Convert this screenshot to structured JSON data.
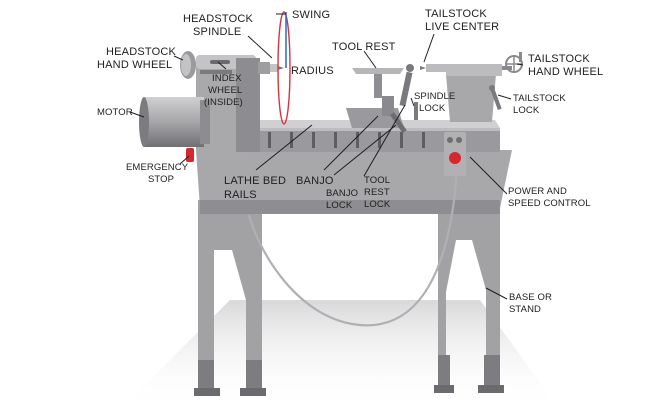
{
  "title": "",
  "labels": {
    "headstock_spindle": [
      "HEADSTOCK",
      "SPINDLE"
    ],
    "swing": [
      "SWING"
    ],
    "radius": [
      "RADIUS"
    ],
    "headstock_hand_wheel": [
      "HEADSTOCK",
      "HAND WHEEL"
    ],
    "index_wheel": [
      "INDEX",
      "WHEEL",
      "(INSIDE)"
    ],
    "motor": [
      "MOTOR"
    ],
    "emergency_stop": [
      "EMERGENCY",
      "STOP"
    ],
    "tool_rest": [
      "TOOL REST"
    ],
    "tailstock_live_center": [
      "TAILSTOCK",
      "LIVE CENTER"
    ],
    "tailstock_hand_wheel": [
      "TAILSTOCK",
      "HAND WHEEL"
    ],
    "spindle_lock": [
      "SPINDLE",
      "LOCK"
    ],
    "tailstock_lock": [
      "TAILSTOCK",
      "LOCK"
    ],
    "lathe_bed_rails": [
      "LATHE BED",
      "RAILS"
    ],
    "banjo": [
      "BANJO"
    ],
    "banjo_lock": [
      "BANJO",
      "LOCK"
    ],
    "tool_rest_lock": [
      "TOOL",
      "REST",
      "LOCK"
    ],
    "power_speed_control": [
      "POWER AND",
      "SPEED CONTROL"
    ],
    "base_stand": [
      "BASE OR",
      "STAND"
    ]
  },
  "colors": {
    "body_light": "#b4b4b6",
    "body_mid": "#9c9c9f",
    "body_dark": "#6e6e72",
    "swing_circle": "#d6333c",
    "radius_line": "#3a6fc7",
    "estop": "#d8262f",
    "text": "#1e1e1e"
  },
  "icons": {
    "emergency_stop": "red-stop-button-icon",
    "hand_wheel": "hand-wheel-icon"
  }
}
